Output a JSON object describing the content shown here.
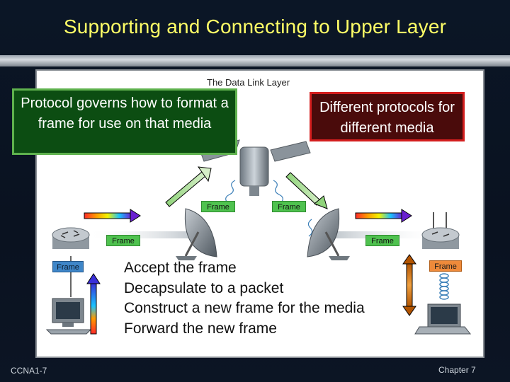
{
  "title": "Supporting and Connecting to Upper Layer",
  "figure": {
    "heading": "The Data Link Layer",
    "frame_label": "Frame"
  },
  "callouts": {
    "protocol": "Protocol governs how to format a frame for use on that media",
    "media": "Different protocols for different media"
  },
  "steps": [
    "Accept the frame",
    "Decapsulate to a packet",
    "Construct a new frame for the media",
    "Forward the new frame"
  ],
  "footer": {
    "left": "CCNA1-7",
    "right": "Chapter 7"
  },
  "colors": {
    "title": "#ffff66",
    "protocol_box": "#0c4d12",
    "protocol_border": "#5fb24e",
    "media_box": "#4a0b0b",
    "media_border": "#d41e1e",
    "frame_green": "#4fc24f",
    "frame_orange": "#ee8a3a",
    "frame_blue": "#3f86c8"
  }
}
